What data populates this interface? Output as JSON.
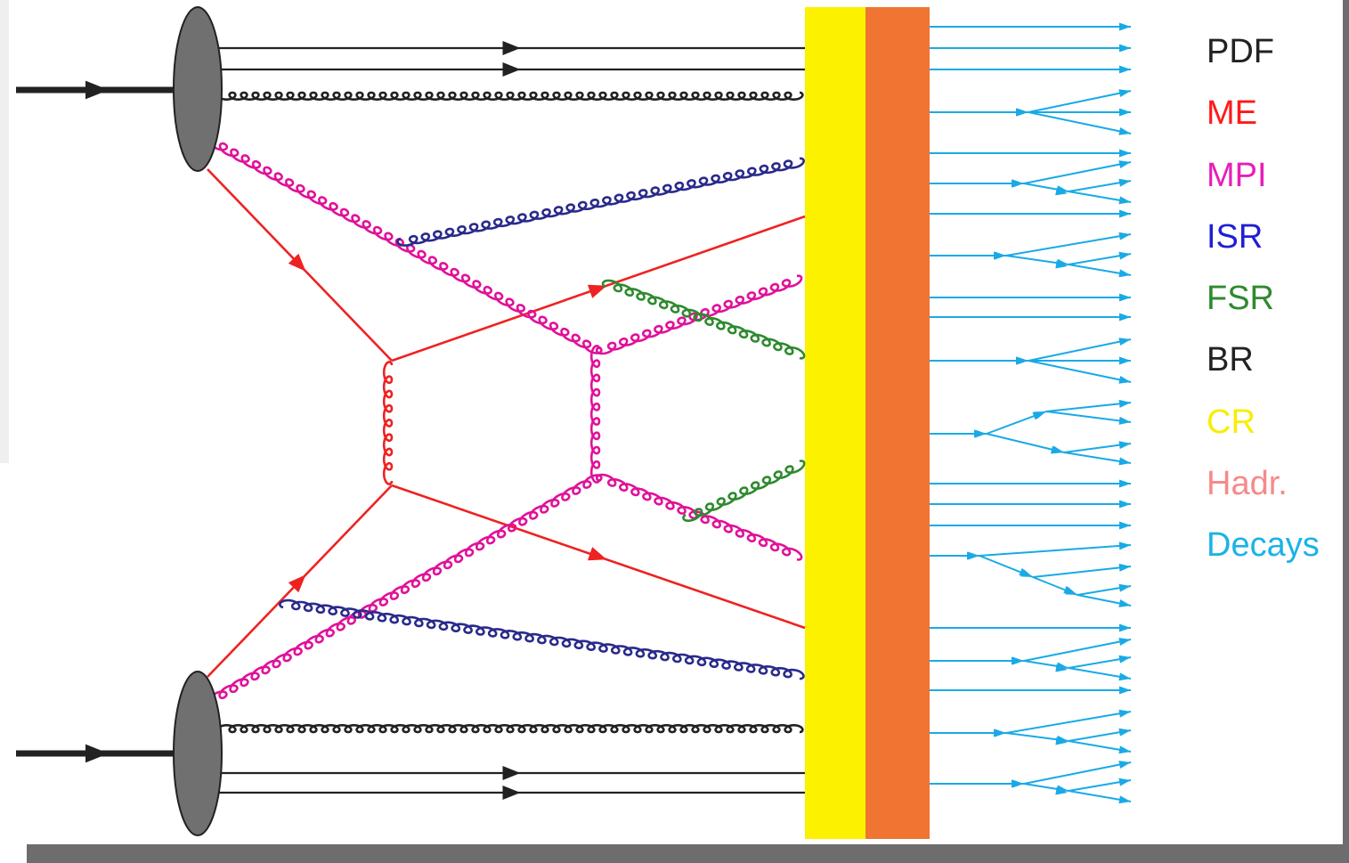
{
  "legend": [
    {
      "label": "PDF",
      "color": "#222222"
    },
    {
      "label": "ME",
      "color": "#ff1a1a"
    },
    {
      "label": "MPI",
      "color": "#e61fb8"
    },
    {
      "label": "ISR",
      "color": "#1f1fd6"
    },
    {
      "label": "FSR",
      "color": "#2e8a2e"
    },
    {
      "label": "BR",
      "color": "#222222"
    },
    {
      "label": "CR",
      "color": "#f7ee00"
    },
    {
      "label": "Hadr.",
      "color": "#f78a8a"
    },
    {
      "label": "Decays",
      "color": "#1ab3e6"
    }
  ],
  "colors": {
    "pdf_blob": "#707070",
    "beam": "#222222",
    "me": "#ee2222",
    "mpi": "#e0119a",
    "isr": "#2a2a8c",
    "fsr": "#2e8a2e",
    "remnant": "#222222",
    "cr_band": "#fcf200",
    "hadr_band": "#f07432",
    "decays": "#19aae6"
  }
}
